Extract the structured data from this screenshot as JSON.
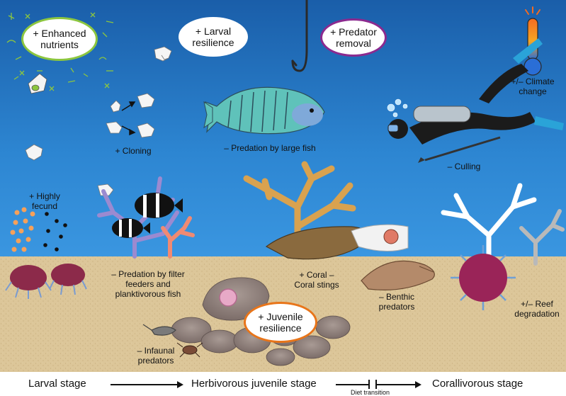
{
  "bubbles": {
    "nutrients": "+ Enhanced nutrients",
    "larval": "+ Larval resilience",
    "predator_removal": "+ Predator removal",
    "juvenile": "+ Juvenile resilience"
  },
  "labels": {
    "climate": "+/– Climate change",
    "cloning": "+ Cloning",
    "large_fish": "– Predation by large fish",
    "culling": "– Culling",
    "fecund": "+ Highly fecund",
    "filter_feeders": "– Predation by filter feeders and planktivorous fish",
    "coral": "+ Coral – Coral stings",
    "benthic": "– Benthic predators",
    "reef": "+/– Reef degradation",
    "infaunal": "– Infaunal predators"
  },
  "stages": {
    "larval": "Larval stage",
    "juvenile": "Herbivorous juvenile stage",
    "corallivorous": "Corallivorous stage",
    "diet_transition": "Diet transition"
  },
  "colors": {
    "water_top": "#1e64b4",
    "water_bottom": "#2f8fdd",
    "sand": "#ddc79a",
    "nutrient_ring": "#8cc63f",
    "larval_ring": "#ffffff",
    "predator_ring": "#8b2a8f",
    "juvenile_ring": "#e8751a"
  }
}
